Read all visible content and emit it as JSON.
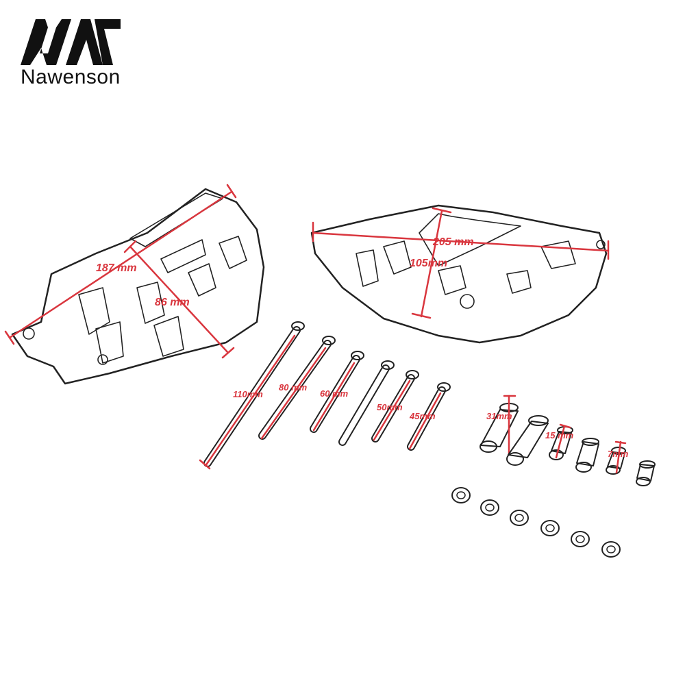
{
  "brand": {
    "name": "Nawenson",
    "logo_icon": "nawenson-logo-icon"
  },
  "colors": {
    "dimension_red": "#d9363e",
    "outline": "#222222"
  },
  "dimensions": {
    "left_plate_length": "187 mm",
    "left_plate_height": "86 mm",
    "right_plate_length": "205 mm",
    "right_plate_height": "105mm",
    "bolt_1": "110mm",
    "bolt_2": "80 mm",
    "bolt_3": "60 mm",
    "bolt_4": "50mm",
    "bolt_5": "45mm",
    "spacer_1": "31mm",
    "spacer_2": "15 mm",
    "spacer_3": "7mm"
  }
}
